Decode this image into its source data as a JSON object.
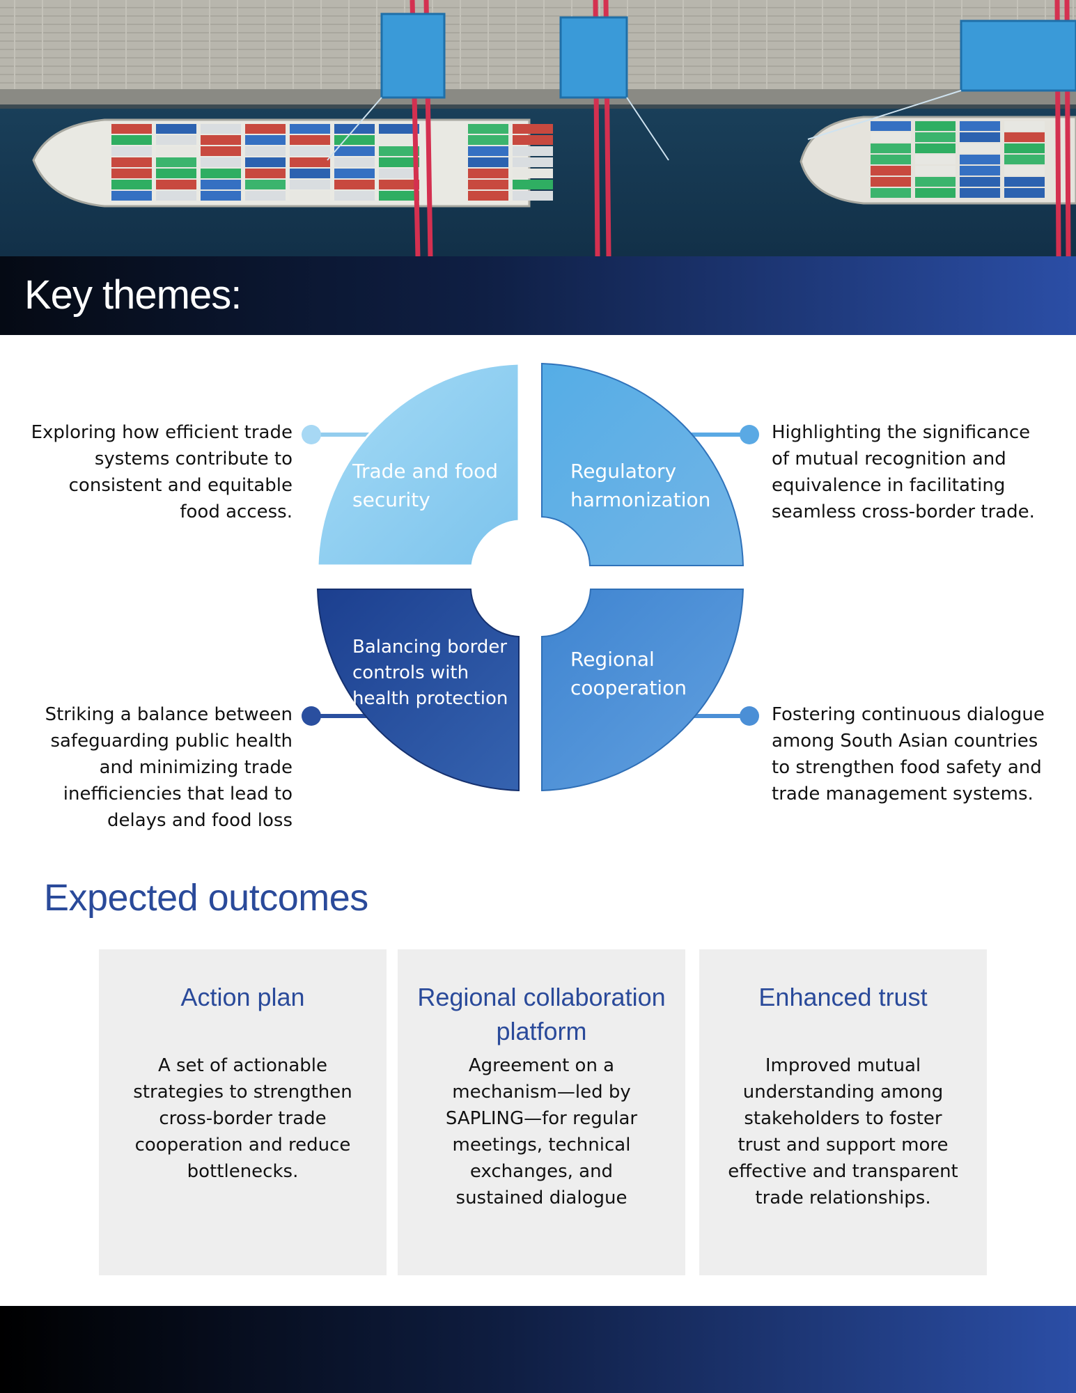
{
  "header": {
    "title": "Key themes:"
  },
  "themes": [
    {
      "label": "Trade and food security",
      "description": "Exploring how efficient trade systems contribute to consistent and equitable food access.",
      "color": "#8ecdf0"
    },
    {
      "label": "Regulatory harmonization",
      "description": "Highlighting the significance of mutual recognition and equivalence in facilitating seamless cross-border trade.",
      "color": "#5aa9e4"
    },
    {
      "label": "Balancing border controls with health protection",
      "description": "Striking a balance between safeguarding public health and minimizing trade inefficiencies that lead to delays and food loss",
      "color": "#254b9d"
    },
    {
      "label": "Regional cooperation",
      "description": "Fostering continuous dialogue among South Asian countries to strengthen food safety and trade management systems.",
      "color": "#4b8fd6"
    }
  ],
  "outcomes": {
    "title": "Expected outcomes",
    "cards": [
      {
        "title": "Action plan",
        "body": "A set of actionable strategies to strengthen cross-border trade cooperation and reduce bottlenecks."
      },
      {
        "title": "Regional collaboration platform",
        "body": "Agreement on a mechanism—led by SAPLING—for regular meetings, technical exchanges, and sustained dialogue"
      },
      {
        "title": "Enhanced trust",
        "body": "Improved mutual understanding among stakeholders to foster trust and support more effective and transparent trade relationships."
      }
    ]
  },
  "colors": {
    "accent": "#2a4a9a",
    "banner_start": "#050a14",
    "banner_end": "#2b4ea6",
    "card_bg": "#eeeeee"
  }
}
